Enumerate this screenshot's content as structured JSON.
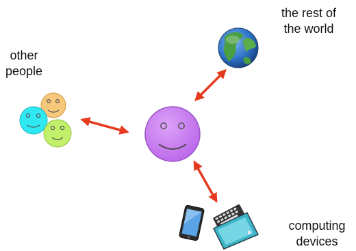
{
  "labels": {
    "world": [
      "the rest of",
      "the world"
    ],
    "people": [
      "other",
      "people"
    ],
    "devices": [
      "computing",
      "devices"
    ]
  },
  "icons": {
    "world": "globe-icon",
    "center": "smiley-face-icon",
    "people": "smiley-faces-group-icon",
    "devices": [
      "tablet-icon",
      "laptop-icon"
    ]
  },
  "colors": {
    "arrow": "#e63a1e",
    "center_face": "#cc80f2",
    "face_orange": "#f7c77a",
    "face_cyan": "#2fe8f2",
    "face_green": "#c3f06a",
    "ocean": "#2f74c9",
    "land": "#49a04a",
    "laptop": "#3fb5c9"
  }
}
